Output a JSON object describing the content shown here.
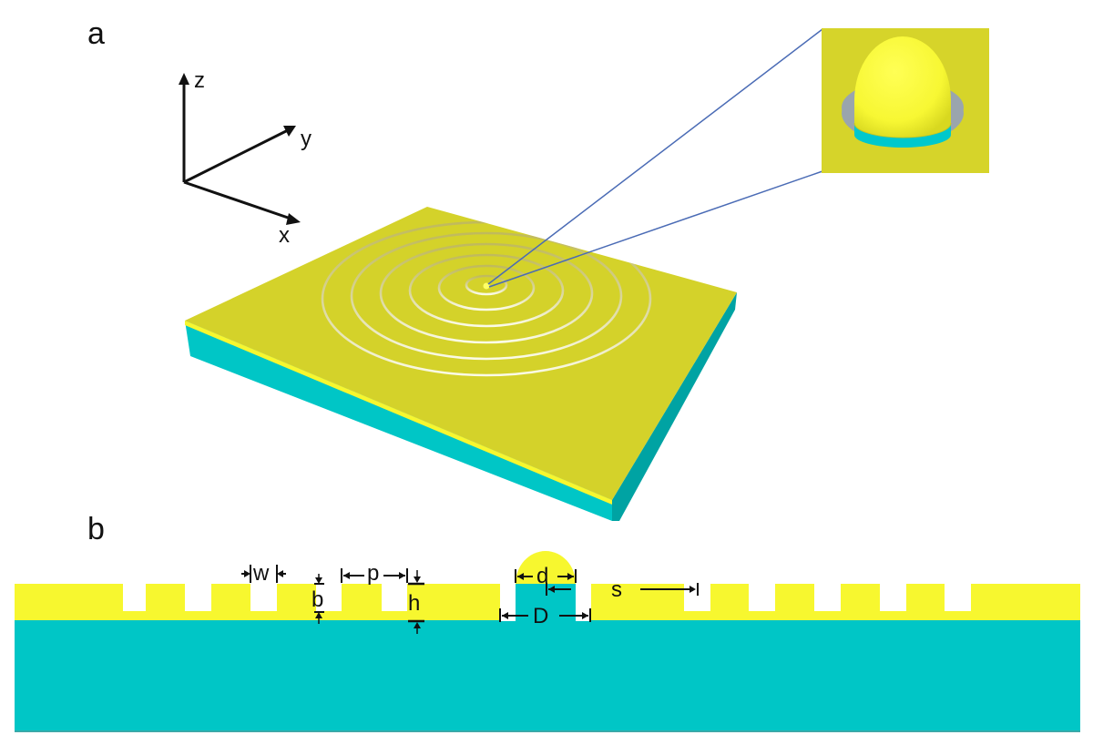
{
  "figure": {
    "panels": [
      {
        "id": "a",
        "label": "a",
        "description": "3D schematic of bullseye grating with central nanoparticle"
      },
      {
        "id": "b",
        "label": "b",
        "description": "Cross-section with dimension annotations"
      }
    ],
    "axes": {
      "z": "z",
      "y": "y",
      "x": "x"
    },
    "dimensions": {
      "w": "w",
      "b": "b",
      "p": "p",
      "h": "h",
      "d": "d",
      "D": "D",
      "s": "s"
    },
    "colors": {
      "gold_top": "#d4d22a",
      "gold_bright": "#f7f72f",
      "substrate": "#00c6c6",
      "substrate_dark": "#00a3a3",
      "groove_highlight": "#f6f4d0",
      "callout_line": "#4a6bb5",
      "recess": "#9aa5ad"
    },
    "rings_count": 6
  }
}
